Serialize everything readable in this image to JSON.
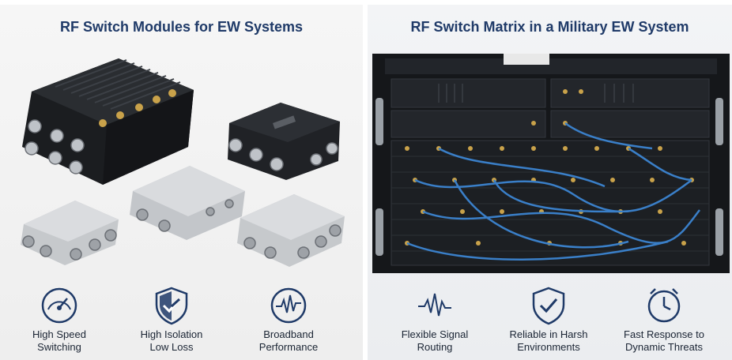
{
  "left_panel": {
    "title": "RF Switch Modules for EW Systems",
    "features": [
      {
        "icon": "speedometer-icon",
        "line1": "High Speed",
        "line2": "Switching"
      },
      {
        "icon": "shield-check-icon",
        "line1": "High Isolation",
        "line2": "Low Loss"
      },
      {
        "icon": "waveform-icon",
        "line1": "Broadband",
        "line2": "Performance"
      }
    ]
  },
  "right_panel": {
    "title": "RF Switch Matrix in a Military EW System",
    "features": [
      {
        "icon": "signal-wave-icon",
        "line1": "Flexible Signal",
        "line2": "Routing"
      },
      {
        "icon": "shield-check-icon",
        "line1": "Reliable in Harsh",
        "line2": "Environments"
      },
      {
        "icon": "clock-icon",
        "line1": "Fast Response to",
        "line2": "Dynamic Threats"
      }
    ]
  },
  "colors": {
    "title": "#1f3a68",
    "icon": "#1f3a68",
    "text": "#1a2433",
    "cable": "#3a7fc8",
    "connector": "#c9a24a"
  }
}
